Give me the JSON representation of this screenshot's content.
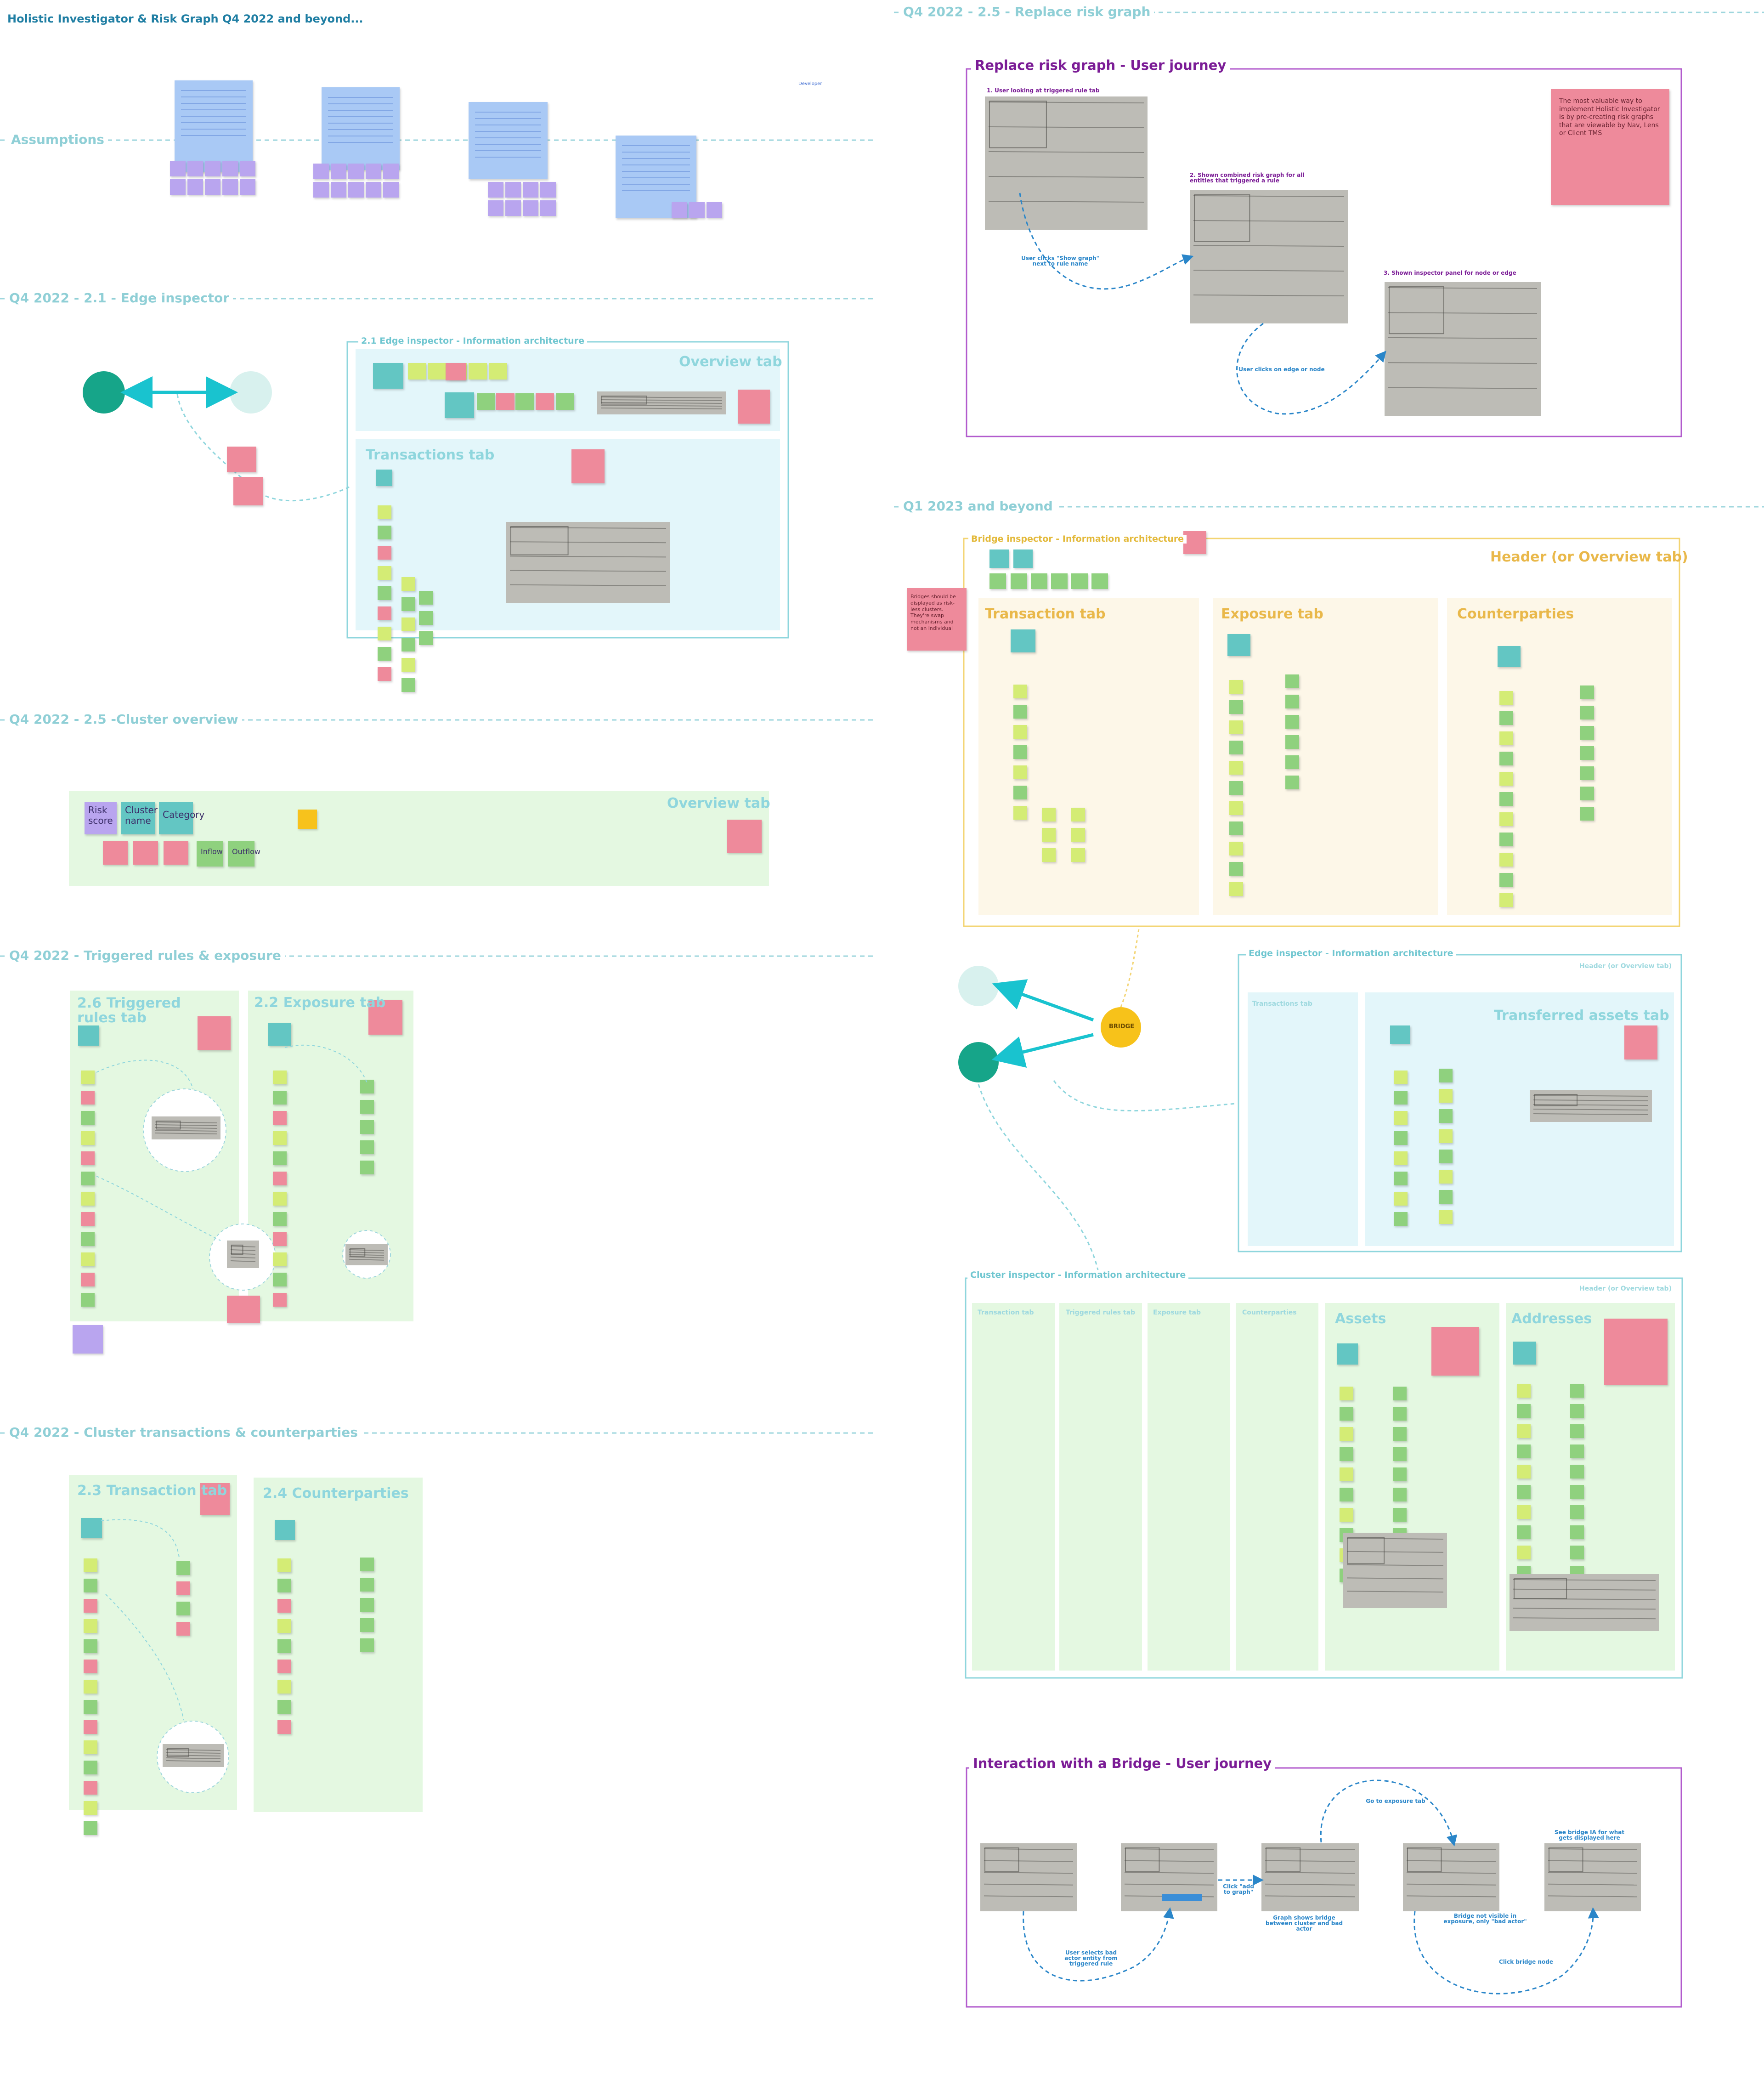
{
  "board": {
    "title": "Holistic Investigator & Risk Graph Q4 2022 and beyond...",
    "tag": "Developer"
  },
  "sections": {
    "assumptions": "Assumptions",
    "edge_inspector": "Q4 2022 - 2.1 - Edge inspector",
    "cluster_overview": "Q4 2022 - 2.5 -Cluster overview",
    "triggered_rules": "Q4 2022 - Triggered rules & exposure",
    "cluster_transactions": "Q4 2022 - Cluster transactions & counterparties",
    "replace_risk_graph": "Q4 2022 - 2.5 - Replace risk graph",
    "q1_2023": "Q1 2023 and beyond"
  },
  "edge_ia": {
    "title": "2.1 Edge inspector - Information architecture",
    "overview_tab": "Overview tab",
    "transactions_tab": "Transactions tab"
  },
  "cluster_overview": {
    "overview_tab": "Overview tab",
    "stickers": {
      "risk_score": "Risk score",
      "cluster_name": "Cluster name",
      "category": "Category",
      "inflow": "Inflow",
      "outflow": "Outflow"
    }
  },
  "triggered": {
    "rules_tab": "2.6 Triggered rules tab",
    "exposure_tab": "2.2 Exposure tab"
  },
  "cluster_tx": {
    "transaction_tab": "2.3 Transaction tab",
    "counterparties": "2.4 Counterparties"
  },
  "replace_journey": {
    "title": "Replace risk graph - User journey",
    "step1": "1. User looking at triggered rule tab",
    "step2": "2. Shown combined risk graph for all entities that triggered a rule",
    "step3": "3. Shown inspector panel for node or edge",
    "action1": "User clicks \"Show graph\" next to rule name",
    "action2": "User clicks on edge or node",
    "note": "The most valuable way to implement Holistic Investigator is by pre-creating risk graphs that are viewable by Nav, Lens or Client TMS"
  },
  "bridge_ia": {
    "title": "Bridge inspector - Information architecture",
    "header_tab": "Header (or Overview tab)",
    "transaction_tab": "Transaction tab",
    "exposure_tab": "Exposure tab",
    "counterparties": "Counterparties",
    "note": "Bridges should be displayed as risk-less clusters. They're swap mechanisms and not an individual"
  },
  "bridge_node": "BRIDGE",
  "edge_ia2": {
    "title": "Edge inspector - Information architecture",
    "header_tab": "Header (or Overview tab)",
    "transactions_tab": "Transactions tab",
    "transferred_tab": "Transferred assets tab"
  },
  "cluster_ia": {
    "title": "Cluster inspector - Information architecture",
    "header_tab": "Header (or Overview tab)",
    "transaction_tab": "Transaction tab",
    "triggered_tab": "Triggered rules tab",
    "exposure_tab": "Exposure tab",
    "counterparties": "Counterparties",
    "assets": "Assets",
    "addresses": "Addresses"
  },
  "bridge_journey": {
    "title": "Interaction with a Bridge - User journey",
    "a1": "User selects bad actor entity from triggered rule",
    "a2": "Click \"add to graph\"",
    "a3": "Graph shows bridge between cluster and bad actor",
    "a4": "Go to exposure tab",
    "a5": "Bridge not visible in exposure, only \"bad actor\"",
    "a6": "Click bridge node",
    "a7": "See bridge IA for what gets displayed here"
  },
  "colors": {
    "teal_dark": "#16a589",
    "teal_light": "#d8f1ee",
    "cyan_arrow": "#19c3cf",
    "frame_cyan": "#8fd6dd",
    "frame_yellow": "#f3d472",
    "frame_purple": "#b25bcd",
    "bridge_yellow": "#f7c21a",
    "sticky_blue": "#a9c9f5",
    "sticky_pink": "#ee8a9b",
    "sticky_yellow_green": "#d4ec74",
    "sticky_green": "#8fd17e",
    "sticky_teal": "#63c6c3",
    "sticky_purple": "#b9a5ef"
  }
}
